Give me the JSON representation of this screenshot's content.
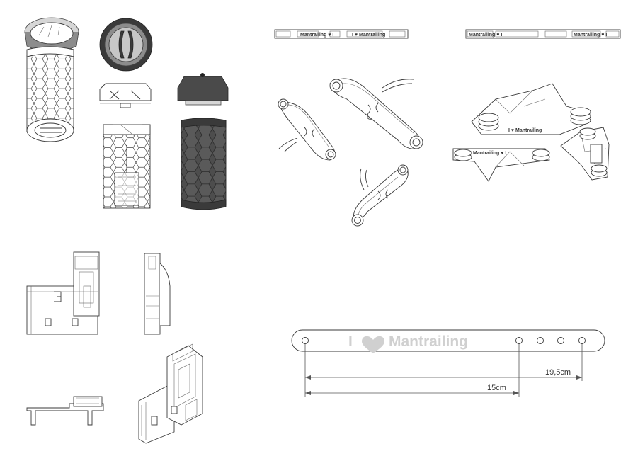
{
  "strip": {
    "text_pre": "I",
    "text_post": "Mantrailing",
    "dim_long": "19,5cm",
    "dim_short": "15cm"
  },
  "iso_tags": {
    "text": "I ♥ Mantrailing",
    "text_mirrored": "Mantrailing ♥ I"
  },
  "colors": {
    "line": "#3a3a3a",
    "dark_part": "#4a4a4a",
    "watermark": "#d0d0d0"
  }
}
